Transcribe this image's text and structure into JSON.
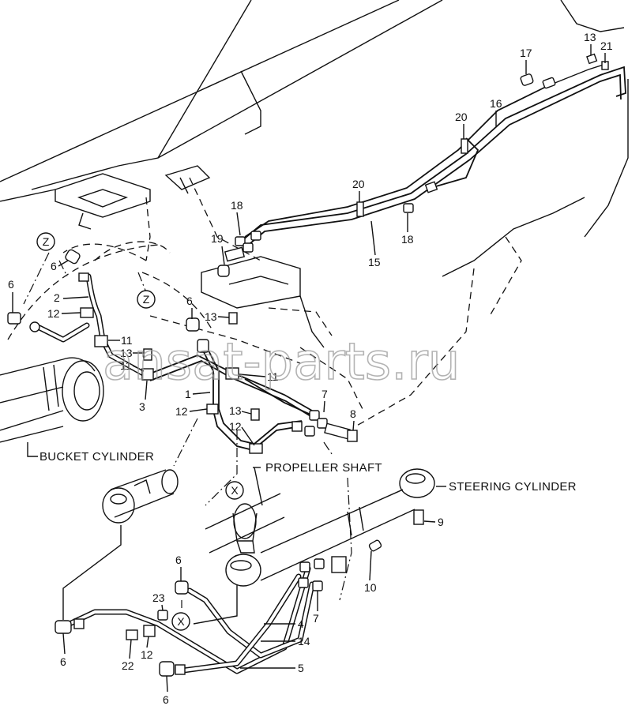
{
  "watermark": "ansat-parts.ru",
  "callouts": {
    "bucket_cylinder": "BUCKET CYLINDER",
    "propeller_shaft": "PROPELLER SHAFT",
    "steering_cylinder": "STEERING CYLINDER"
  },
  "markers": {
    "z_top": "Z",
    "z_mid": "Z",
    "x_mid": "X",
    "x_low": "X"
  },
  "parts": [
    {
      "id": "p13a",
      "num": "13"
    },
    {
      "id": "p21",
      "num": "21"
    },
    {
      "id": "p17",
      "num": "17"
    },
    {
      "id": "p16",
      "num": "16"
    },
    {
      "id": "p20a",
      "num": "20"
    },
    {
      "id": "p20b",
      "num": "20"
    },
    {
      "id": "p18a",
      "num": "18"
    },
    {
      "id": "p18b",
      "num": "18"
    },
    {
      "id": "p19",
      "num": "19"
    },
    {
      "id": "p15",
      "num": "15"
    },
    {
      "id": "p6a",
      "num": "6"
    },
    {
      "id": "p6b",
      "num": "6"
    },
    {
      "id": "p2",
      "num": "2"
    },
    {
      "id": "p12a",
      "num": "12"
    },
    {
      "id": "p6c",
      "num": "6"
    },
    {
      "id": "p13b",
      "num": "13"
    },
    {
      "id": "p11a",
      "num": "11"
    },
    {
      "id": "p13c",
      "num": "13"
    },
    {
      "id": "p11b",
      "num": "11"
    },
    {
      "id": "p11c",
      "num": "11"
    },
    {
      "id": "p3",
      "num": "3"
    },
    {
      "id": "p1",
      "num": "1"
    },
    {
      "id": "p12b",
      "num": "12"
    },
    {
      "id": "p13d",
      "num": "13"
    },
    {
      "id": "p12c",
      "num": "12"
    },
    {
      "id": "p7a",
      "num": "7"
    },
    {
      "id": "p8",
      "num": "8"
    },
    {
      "id": "p9",
      "num": "9"
    },
    {
      "id": "p10",
      "num": "10"
    },
    {
      "id": "p7b",
      "num": "7"
    },
    {
      "id": "p6d",
      "num": "6"
    },
    {
      "id": "p23",
      "num": "23"
    },
    {
      "id": "p4",
      "num": "4"
    },
    {
      "id": "p14",
      "num": "14"
    },
    {
      "id": "p6e",
      "num": "6"
    },
    {
      "id": "p22",
      "num": "22"
    },
    {
      "id": "p12d",
      "num": "12"
    },
    {
      "id": "p5",
      "num": "5"
    },
    {
      "id": "p6f",
      "num": "6"
    }
  ]
}
